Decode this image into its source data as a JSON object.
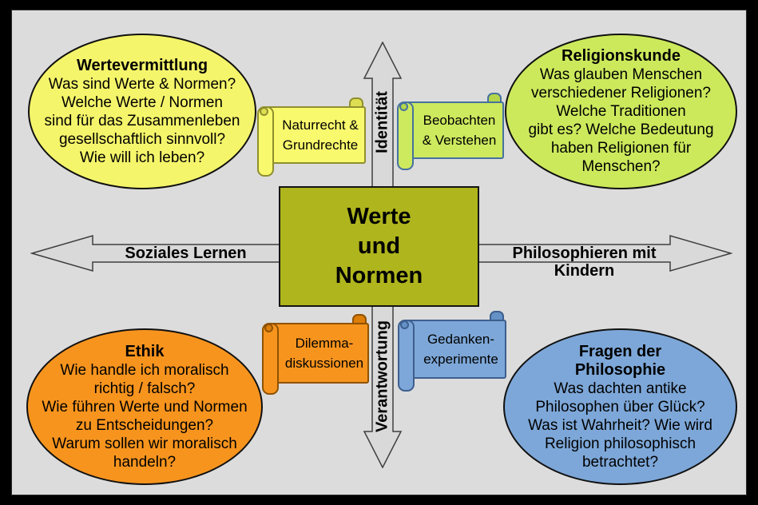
{
  "center_box": {
    "title": "Werte\nund\nNormen"
  },
  "axes": {
    "up": {
      "label": "Identität"
    },
    "down": {
      "label": "Verantwortung"
    },
    "left": {
      "label": "Soziales Lernen"
    },
    "right": {
      "label": "Philosophieren mit Kindern"
    }
  },
  "bubbles": {
    "wertevermittlung": {
      "title": "Wertevermittlung",
      "body": "Was sind Werte & Normen?\nWelche Werte / Normen\nsind für das Zusammenleben\ngesellschaftlich sinnvoll?\nWie will ich leben?",
      "color": "#f5f56b"
    },
    "religionskunde": {
      "title": "Religionskunde",
      "body": "Was glauben Menschen\nverschiedener Religionen?\nWelche Traditionen\ngibt es? Welche Bedeutung\nhaben Religionen für\nMenschen?",
      "color": "#cce95c"
    },
    "ethik": {
      "title": "Ethik",
      "body": "Wie handle ich moralisch\nrichtig / falsch?\nWie führen Werte und Normen\nzu Entscheidungen?\nWarum sollen wir moralisch\nhandeln?",
      "color": "#f7941e"
    },
    "fragen_der_philosophie": {
      "title": "Fragen der\nPhilosophie",
      "body": "Was dachten antike\nPhilosophen über Glück?\nWas ist Wahrheit? Wie wird\nReligion philosophisch\nbetrachtet?",
      "color": "#7da7d8"
    }
  },
  "scrolls": {
    "naturrecht": {
      "label": "Naturrecht &\nGrundrechte",
      "color": "#f9f96e"
    },
    "beobachten": {
      "label": "Beobachten\n& Verstehen",
      "color": "#cde95e"
    },
    "dilemma": {
      "label": "Dilemma-\ndiskussionen",
      "color": "#f7941e"
    },
    "gedanken": {
      "label": "Gedanken-\nexperimente",
      "color": "#7da7d8"
    }
  },
  "colors": {
    "frame": "#000000",
    "panel_background": "#dcdcdc",
    "center_box": "#afb51c",
    "arrow_fill": "#d9d9d9",
    "arrow_outline": "#3f3f3f"
  }
}
